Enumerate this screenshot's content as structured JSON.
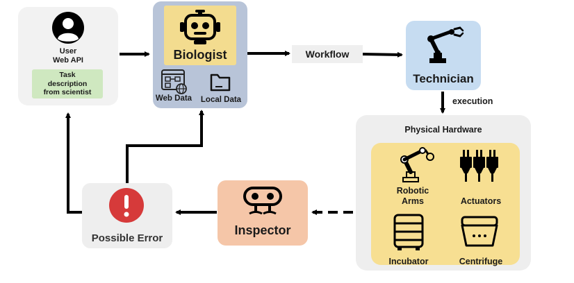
{
  "user": {
    "line1": "User",
    "line2": "Web API",
    "task_line1": "Task",
    "task_line2": "description",
    "task_line3": "from scientist"
  },
  "biologist": {
    "title": "Biologist",
    "web_data": "Web Data",
    "local_data": "Local Data"
  },
  "workflow": {
    "label": "Workflow"
  },
  "technician": {
    "title": "Technician"
  },
  "execution": {
    "label": "execution"
  },
  "hardware": {
    "title": "Physical Hardware",
    "robotic_line1": "Robotic",
    "robotic_line2": "Arms",
    "actuators": "Actuators",
    "incubator": "Incubator",
    "centrifuge": "Centrifuge"
  },
  "inspector": {
    "title": "Inspector"
  },
  "error": {
    "title": "Possible Error"
  },
  "colors": {
    "user_bg": "#f2f2f2",
    "task_bg": "#cfe8c0",
    "biologist_bg": "#b8c4d8",
    "biologist_inner": "#f3dc8f",
    "technician_bg": "#c6dcf1",
    "hardware_bg": "#eeeeee",
    "hardware_inner": "#f7df92",
    "inspector_bg": "#f5c6a8",
    "error_bg": "#eeeeee",
    "error_icon": "#d63a3a",
    "workflow_bg": "#efefef"
  }
}
